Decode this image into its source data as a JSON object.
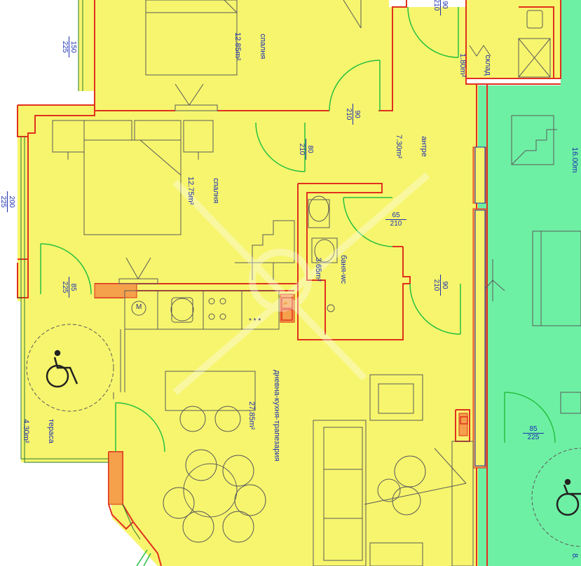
{
  "colors": {
    "apartment_fill": "#f7f56d",
    "neighbor_fill": "#6ef0a4",
    "wall_red": "#e0301e",
    "wall_orange_fill": "#f5a04a",
    "line_blue": "#1b2fb0",
    "fixture_line": "#5a5a5a",
    "door_green": "#25c040",
    "terrace_line": "#2a7a35"
  },
  "rooms": [
    {
      "id": "bedroom1",
      "name": "спалня",
      "area": "12.85m²"
    },
    {
      "id": "closet",
      "name": "склад",
      "area": "1.80m²"
    },
    {
      "id": "bedroom2",
      "name": "спалня",
      "area": "12.75m²"
    },
    {
      "id": "entry",
      "name": "антре",
      "area": "7.30m²"
    },
    {
      "id": "bath",
      "name": "баня-wc",
      "area": "3.65m²"
    },
    {
      "id": "living",
      "name": "дневна-кухня-трапезария",
      "area": "27.85m²"
    },
    {
      "id": "terrace",
      "name": "тераса",
      "area": "4.30m²"
    }
  ],
  "door_dims": [
    {
      "id": "d-bed1",
      "top": "90",
      "bottom": "210"
    },
    {
      "id": "d-bed2",
      "top": "80",
      "bottom": "210"
    },
    {
      "id": "d-bath",
      "top": "65",
      "bottom": "210"
    },
    {
      "id": "d-entry",
      "top": "90",
      "bottom": "210"
    },
    {
      "id": "d-terrace",
      "top": "85",
      "bottom": "225"
    },
    {
      "id": "d-window-left-top",
      "top": "150",
      "bottom": "225"
    },
    {
      "id": "d-window-left-mid",
      "top": "200",
      "bottom": "225"
    },
    {
      "id": "d-neighbor",
      "top": "85",
      "bottom": "225"
    },
    {
      "id": "d-top",
      "top": "90",
      "bottom": "210"
    }
  ],
  "kitchen_symbols": {
    "washer": "M",
    "hob": "* * *"
  },
  "neighbor_partial": [
    "16.00m",
    "8."
  ]
}
